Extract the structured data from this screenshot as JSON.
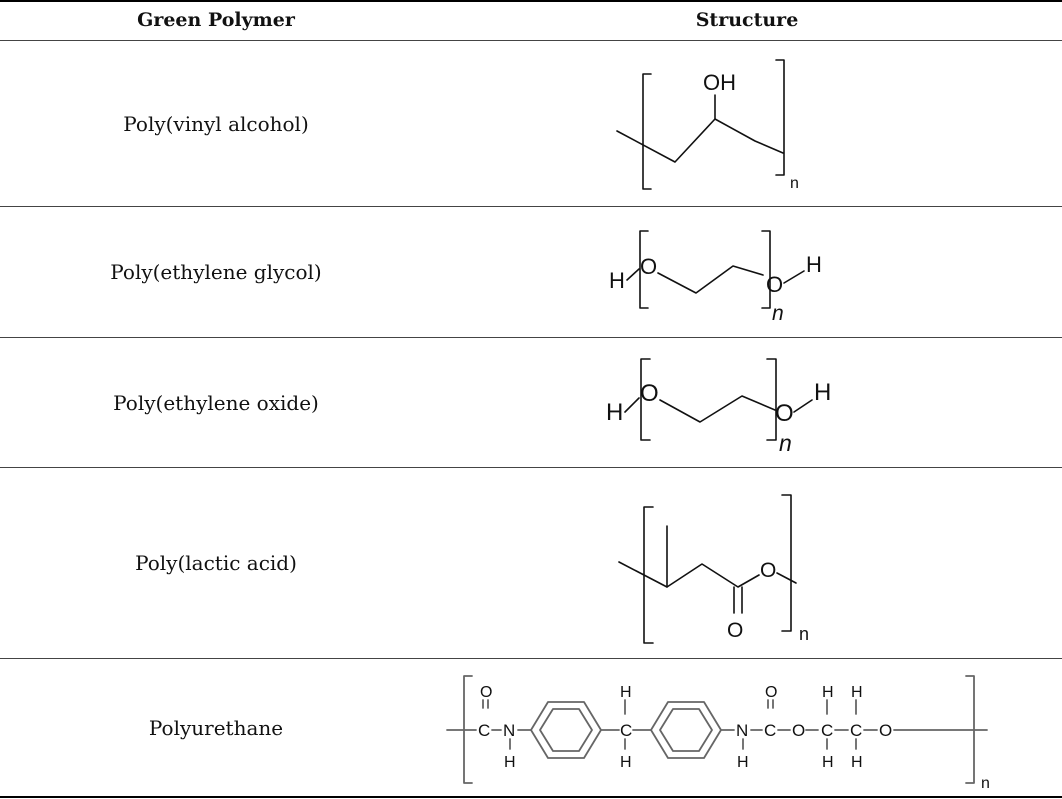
{
  "table": {
    "columns": [
      "Green Polymer",
      "Structure"
    ],
    "rows": [
      {
        "polymer": "Poly(vinyl alcohol)",
        "labels": {
          "oh": "OH",
          "n": "n"
        }
      },
      {
        "polymer": "Poly(ethylene glycol)",
        "labels": {
          "h1": "H",
          "o1": "O",
          "o2": "O",
          "h2": "H",
          "n": "n"
        }
      },
      {
        "polymer": "Poly(ethylene oxide)",
        "labels": {
          "h1": "H",
          "o1": "O",
          "o2": "O",
          "h2": "H",
          "n": "n"
        }
      },
      {
        "polymer": "Poly(lactic acid)",
        "labels": {
          "o1": "O",
          "o2": "O",
          "n": "n"
        }
      },
      {
        "polymer": "Polyurethane",
        "labels": {
          "o": "O",
          "c": "C",
          "n": "N",
          "h": "H",
          "oo": "O",
          "n_sub": "n"
        }
      }
    ]
  }
}
